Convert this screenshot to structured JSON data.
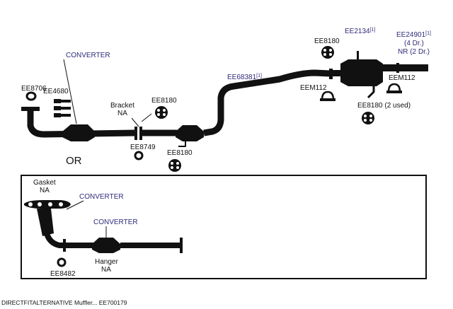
{
  "labels": {
    "converter_top": "CONVERTER",
    "ee8706": "EE8706",
    "ee4680": "EE4680",
    "bracket_line1": "Bracket",
    "bracket_line2": "NA",
    "ee8180_mid": "EE8180",
    "ee8749": "EE8749",
    "ee8180_low": "EE8180",
    "ee68381": "EE68381",
    "ee68381_note": "[1]",
    "eem112_left": "EEM112",
    "ee8180_top": "EE8180",
    "ee2134": "EE2134",
    "ee2134_note": "[1]",
    "ee24901": "EE24901",
    "ee24901_note": "[1]",
    "ee24901_line2": "(4 Dr.)",
    "ee24901_line3": "NR (2 Dr.)",
    "eem112_right": "EEM112",
    "ee8180_used": "EE8180 (2 used)",
    "or": "OR"
  },
  "inset": {
    "gasket_line1": "Gasket",
    "gasket_line2": "NA",
    "converter_1": "CONVERTER",
    "converter_2": "CONVERTER",
    "hanger_line1": "Hanger",
    "hanger_line2": "NA",
    "ee8482": "EE8482"
  },
  "footer": "DIRECTFITALTERNATIVE Muffler... EE700179",
  "colors": {
    "pipe": "#111111",
    "label_blue": "#2e2a7a",
    "label_black": "#111111"
  }
}
